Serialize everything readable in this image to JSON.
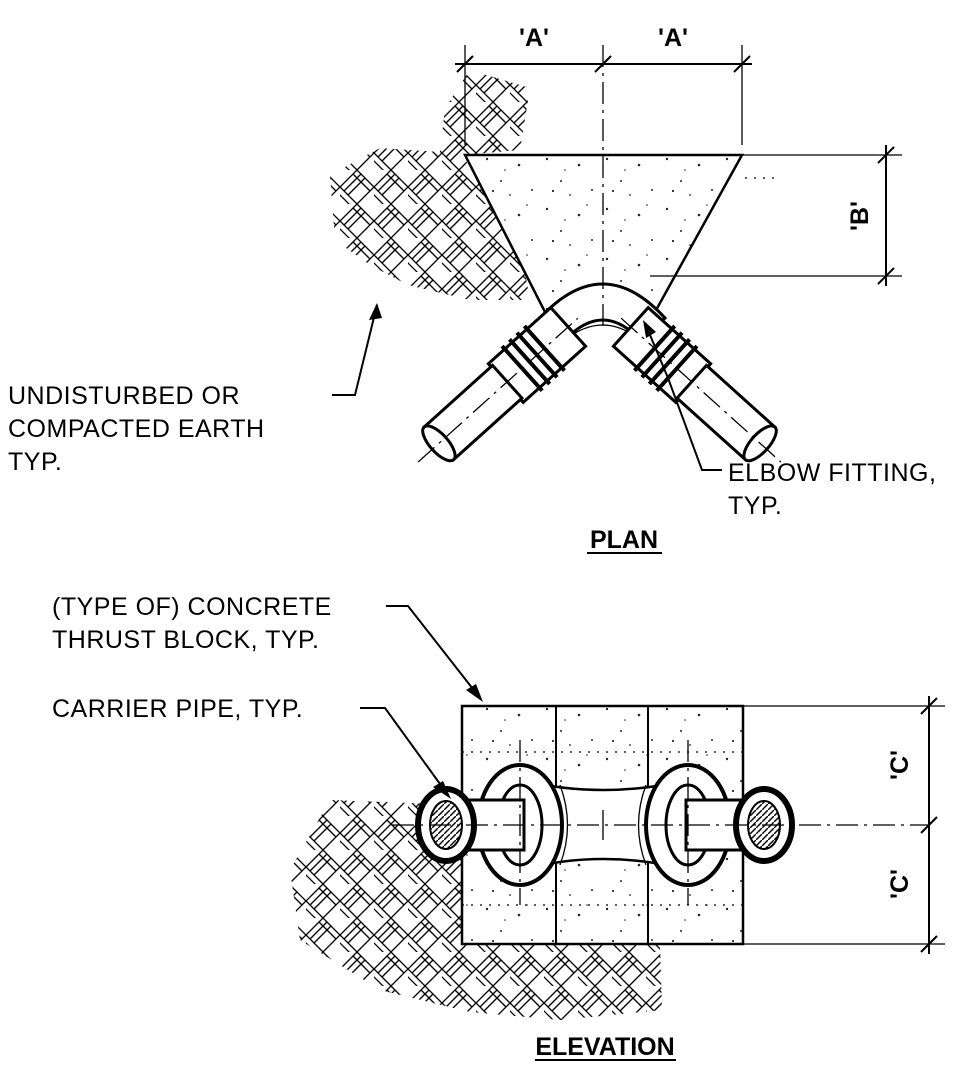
{
  "plan": {
    "dim_a_left": "'A'",
    "dim_a_right": "'A'",
    "dim_b": "'B'",
    "label_earth": [
      "UNDISTURBED OR",
      "COMPACTED EARTH",
      "TYP."
    ],
    "label_elbow": [
      "ELBOW FITTING,",
      "TYP."
    ],
    "title": "PLAN"
  },
  "elevation": {
    "label_block": [
      "(TYPE OF) CONCRETE",
      "THRUST BLOCK, TYP."
    ],
    "label_pipe": "CARRIER PIPE, TYP.",
    "dim_c_top": "'C'",
    "dim_c_bottom": "'C'",
    "title": "ELEVATION"
  },
  "colors": {
    "ink": "#000000",
    "paper": "#ffffff"
  }
}
